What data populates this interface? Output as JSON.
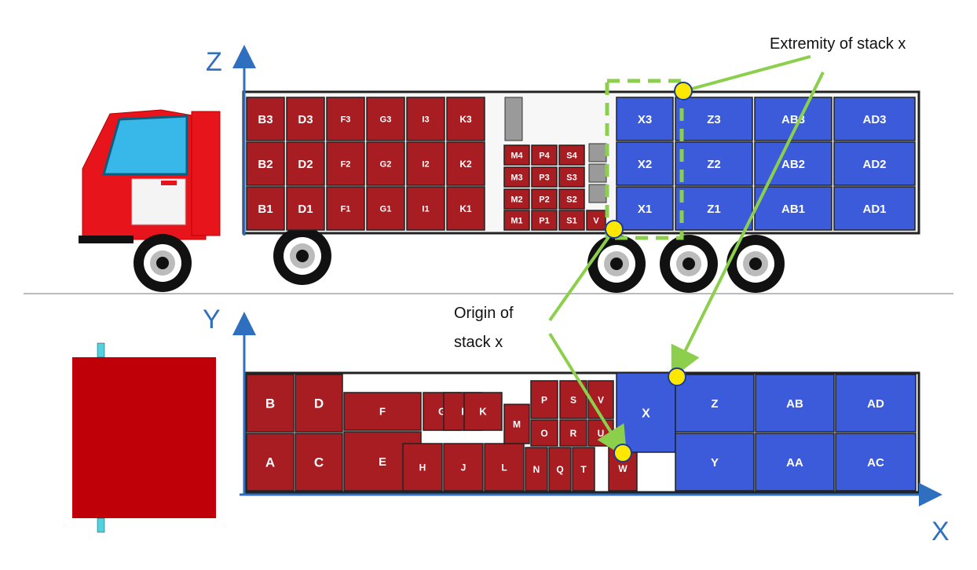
{
  "axes": {
    "side_vertical": "Z",
    "top_vertical": "Y",
    "horizontal": "X"
  },
  "annotations": {
    "extremity": "Extremity of stack x",
    "origin_line1": "Origin of",
    "origin_line2": "stack x"
  },
  "colors": {
    "loaded_stack": "#a81d22",
    "pending_stack": "#3b5bdb",
    "marker": "#ffe800",
    "leader_line": "#8ccf4d",
    "axis": "#2f6fbf"
  },
  "side_view": {
    "loaded_labels": [
      "B1",
      "B2",
      "B3",
      "D1",
      "D2",
      "D3",
      "F1",
      "F2",
      "F3",
      "G1",
      "G2",
      "G3",
      "I1",
      "I2",
      "I3",
      "K1",
      "K2",
      "K3",
      "M1",
      "M2",
      "M3",
      "M4",
      "P1",
      "P2",
      "P3",
      "P4",
      "S1",
      "S2",
      "S3",
      "S4",
      "V"
    ],
    "pending_labels": [
      "X1",
      "X2",
      "X3",
      "Z1",
      "Z2",
      "Z3",
      "AB1",
      "AB2",
      "AB3",
      "AD1",
      "AD2",
      "AD3"
    ]
  },
  "top_view": {
    "loaded_labels": [
      "A",
      "B",
      "C",
      "D",
      "E",
      "F",
      "G",
      "H",
      "I",
      "J",
      "K",
      "L",
      "M",
      "N",
      "O",
      "P",
      "Q",
      "R",
      "S",
      "T",
      "U",
      "V",
      "W"
    ],
    "pending_labels": [
      "X",
      "Y",
      "Z",
      "AA",
      "AB",
      "AC",
      "AD"
    ]
  }
}
